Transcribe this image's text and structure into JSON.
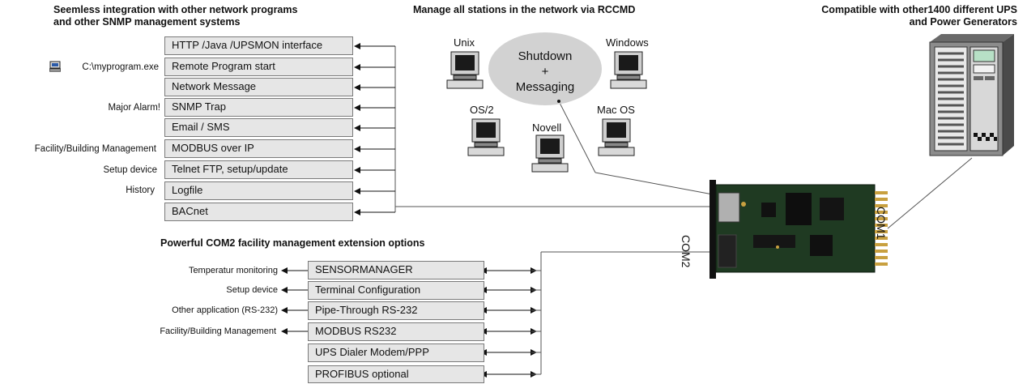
{
  "headings": {
    "network_line1": "Seemless integration with other network programs",
    "network_line2": "and other SNMP management systems",
    "rccmd": "Manage all stations in the network via RCCMD",
    "ups_line1": "Compatible with other1400 different UPS",
    "ups_line2": "and Power Generators",
    "com2": "Powerful COM2 facility management extension options"
  },
  "network_boxes": [
    "HTTP /Java /UPSMON interface",
    "Remote Program start",
    "Network Message",
    "SNMP Trap",
    "Email / SMS",
    "MODBUS over IP",
    "Telnet FTP, setup/update",
    "Logfile",
    "BACnet"
  ],
  "network_side_labels": {
    "program": "C:\\myprogram.exe",
    "alarm": "Major Alarm!",
    "facility": "Facility/Building Management",
    "setup": "Setup device",
    "history": "History"
  },
  "rccmd": {
    "cloud_line1": "Shutdown",
    "cloud_line2": "+",
    "cloud_line3": "Messaging",
    "os": [
      "Unix",
      "Windows",
      "OS/2",
      "Mac OS",
      "Novell"
    ]
  },
  "card": {
    "com1": "COM1",
    "com2": "COM2"
  },
  "com2_boxes": [
    "SENSORMANAGER",
    "Terminal Configuration",
    "Pipe-Through RS-232",
    "MODBUS RS232",
    "UPS Dialer Modem/PPP",
    "PROFIBUS optional"
  ],
  "com2_side_labels": [
    "Temperatur monitoring",
    "Setup device",
    "Other application (RS-232)",
    "Facility/Building Management"
  ],
  "colors": {
    "box_fill": "#e6e6e6",
    "box_border": "#7a7a7a",
    "cloud": "#d2d2d2",
    "pcb": "#1f3a22",
    "ups_body": "#8c8c8c"
  }
}
